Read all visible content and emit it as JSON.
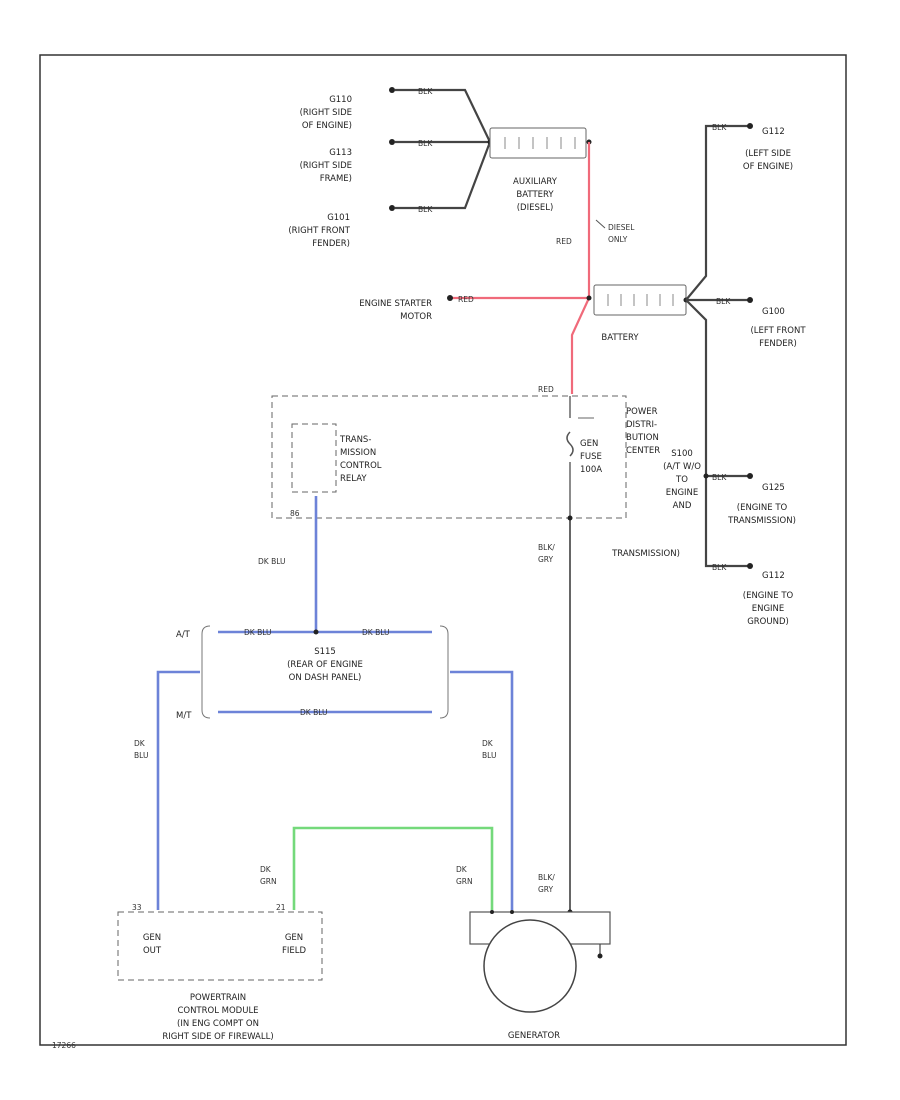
{
  "colors": {
    "red": "#f06a7a",
    "blue": "#6d83d8",
    "green": "#74d97b",
    "black": "#444444",
    "gray": "#666666"
  },
  "grounds_left": [
    {
      "id": "G110",
      "desc": [
        "(RIGHT SIDE",
        "OF ENGINE)"
      ],
      "wire": "BLK"
    },
    {
      "id": "G113",
      "desc": [
        "(RIGHT SIDE",
        "FRAME)"
      ],
      "wire": "BLK"
    },
    {
      "id": "G101",
      "desc": [
        "(RIGHT FRONT",
        "FENDER)"
      ],
      "wire": "BLK"
    }
  ],
  "aux_battery": {
    "label": [
      "AUXILIARY",
      "BATTERY",
      "(DIESEL)"
    ]
  },
  "diesel_only": [
    "DIESEL",
    "ONLY"
  ],
  "red_wire": "RED",
  "starter": {
    "label": [
      "ENGINE STARTER",
      "MOTOR"
    ],
    "wire": "RED"
  },
  "battery": {
    "label": "BATTERY"
  },
  "grounds_right": [
    {
      "id": "G112",
      "desc": [
        "(LEFT SIDE",
        "OF ENGINE)"
      ],
      "wire": "BLK"
    },
    {
      "id": "G100",
      "desc": [
        "(LEFT FRONT",
        "FENDER)"
      ],
      "wire": "BLK"
    },
    {
      "id": "G125",
      "desc": [
        "(ENGINE TO",
        "TRANSMISSION)"
      ],
      "wire": "BLK"
    },
    {
      "id": "G112",
      "desc": [
        "(ENGINE TO",
        "ENGINE",
        "GROUND)"
      ],
      "wire": "BLK"
    }
  ],
  "splice_s100": [
    "S100",
    "(A/T W/O",
    "TO",
    "ENGINE",
    "AND",
    "TRANSMISSION)"
  ],
  "pdc": {
    "label": [
      "POWER",
      "DISTRI-",
      "BUTION",
      "CENTER"
    ],
    "fuse": [
      "GEN",
      "FUSE",
      "100A"
    ],
    "in_wire": "RED"
  },
  "relay": {
    "label": [
      "TRANS-",
      "MISSION",
      "CONTROL",
      "RELAY"
    ],
    "pin": "86"
  },
  "wires": {
    "dk_blu": "DK BLU",
    "dk_blu_short": [
      "DK",
      "BLU"
    ],
    "blk_gry": [
      "BLK/",
      "GRY"
    ],
    "dk_grn": [
      "DK",
      "GRN"
    ]
  },
  "splice_s115": {
    "label": [
      "S115",
      "(REAR OF ENGINE",
      "ON DASH PANEL)"
    ],
    "at": "A/T",
    "mt": "M/T",
    "wire": "DK BLU"
  },
  "pcm": {
    "gen_out": [
      "GEN",
      "OUT"
    ],
    "gen_field": [
      "GEN",
      "FIELD"
    ],
    "label": [
      "POWERTRAIN",
      "CONTROL MODULE",
      "(IN ENG COMPT ON",
      "RIGHT SIDE OF FIREWALL)"
    ],
    "pin_out": "33",
    "pin_field": "21"
  },
  "generator": {
    "label": "GENERATOR"
  },
  "figure_id": "17266"
}
